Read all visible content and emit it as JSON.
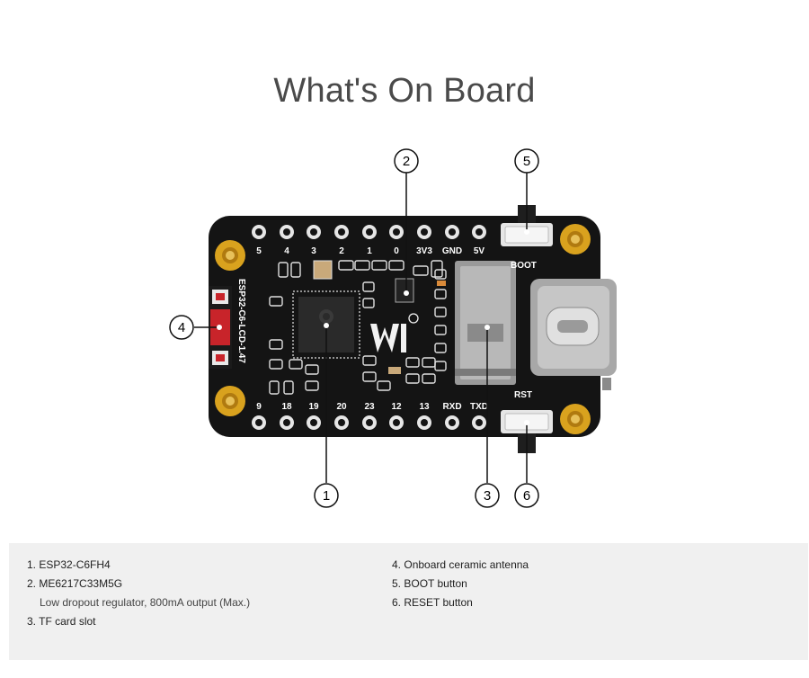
{
  "title": "What's On Board",
  "board": {
    "top_pins": [
      "5",
      "4",
      "3",
      "2",
      "1",
      "0",
      "3V3",
      "GND",
      "5V"
    ],
    "bottom_pins": [
      "9",
      "18",
      "19",
      "20",
      "23",
      "12",
      "13",
      "RXD",
      "TXD"
    ],
    "side_text": "ESP32-C6-LCD-1.47",
    "boot_label": "BOOT",
    "rst_label": "RST"
  },
  "callouts": [
    "1",
    "2",
    "3",
    "4",
    "5",
    "6"
  ],
  "legend": {
    "left": [
      {
        "num": "1.",
        "name": "ESP32-C6FH4",
        "sub": ""
      },
      {
        "num": "2.",
        "name": "ME6217C33M5G",
        "sub": "Low dropout regulator, 800mA output (Max.)"
      },
      {
        "num": "3.",
        "name": "TF card slot",
        "sub": ""
      }
    ],
    "right": [
      {
        "num": "4.",
        "name": "Onboard ceramic antenna",
        "sub": ""
      },
      {
        "num": "5.",
        "name": "BOOT button",
        "sub": ""
      },
      {
        "num": "6.",
        "name": "RESET button",
        "sub": ""
      }
    ]
  },
  "colors": {
    "board": "#141414",
    "gold": "#d9a21e",
    "antenna": "#c8242a",
    "legend_bg": "#f0f0f0"
  }
}
